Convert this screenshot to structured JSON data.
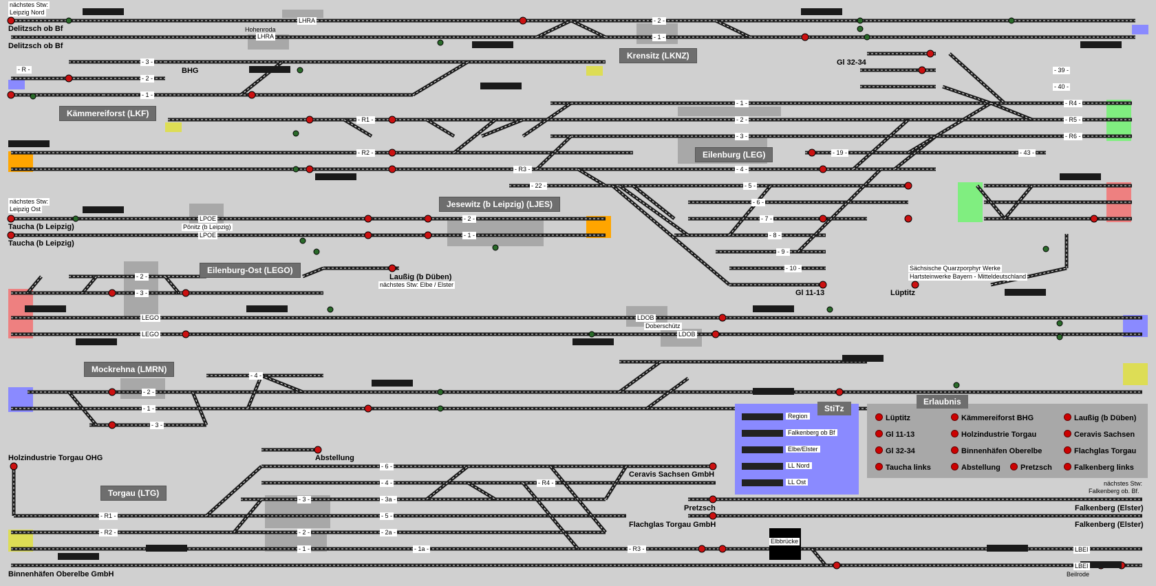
{
  "station_titles": [
    {
      "id": "krensitz",
      "text": "Krensitz (LKNZ)"
    },
    {
      "id": "kammereiforst",
      "text": "Kämmereiforst (LKF)"
    },
    {
      "id": "eilenburg",
      "text": "Eilenburg (LEG)"
    },
    {
      "id": "jesewitz",
      "text": "Jesewitz (b Leipzig) (LJES)"
    },
    {
      "id": "eilenburg-ost",
      "text": "Eilenburg-Ost (LEGO)"
    },
    {
      "id": "mockrehna",
      "text": "Mockrehna (LMRN)"
    },
    {
      "id": "torgau",
      "text": "Torgau (LTG)"
    }
  ],
  "place_labels": [
    {
      "id": "delitzsch-1",
      "text": "Delitzsch ob Bf"
    },
    {
      "id": "delitzsch-2",
      "text": "Delitzsch ob Bf"
    },
    {
      "id": "bhg",
      "text": "BHG"
    },
    {
      "id": "gl3234",
      "text": "Gl 32-34"
    },
    {
      "id": "taucha-1",
      "text": "Taucha (b Leipzig)"
    },
    {
      "id": "taucha-2",
      "text": "Taucha (b Leipzig)"
    },
    {
      "id": "laussig",
      "text": "Laußig (b Düben)"
    },
    {
      "id": "gl1113",
      "text": "Gl 11-13"
    },
    {
      "id": "luptitz",
      "text": "Lüptitz"
    },
    {
      "id": "holzindustrie",
      "text": "Holzindustrie Torgau OHG"
    },
    {
      "id": "abstellung",
      "text": "Abstellung"
    },
    {
      "id": "ceravis",
      "text": "Ceravis Sachsen GmbH"
    },
    {
      "id": "pretzsch",
      "text": "Pretzsch"
    },
    {
      "id": "flachglas",
      "text": "Flachglas Torgau GmbH"
    },
    {
      "id": "binnenhafen",
      "text": "Binnenhäfen Oberelbe GmbH"
    },
    {
      "id": "falkenberg-1",
      "text": "Falkenberg (Elster)"
    },
    {
      "id": "falkenberg-2",
      "text": "Falkenberg (Elster)"
    }
  ],
  "small_labels": [
    {
      "id": "nstw-leipzig-nord-1",
      "text": "nächstes Stw:"
    },
    {
      "id": "nstw-leipzig-nord-2",
      "text": "Leipzig Nord"
    },
    {
      "id": "hohenroda",
      "text": "Hohenroda"
    },
    {
      "id": "lhra-1",
      "text": "LHRA"
    },
    {
      "id": "lhra-2",
      "text": "LHRA"
    },
    {
      "id": "r-left",
      "text": "- R -"
    },
    {
      "id": "nstw-leipzig-ost-1",
      "text": "nächstes Stw:"
    },
    {
      "id": "nstw-leipzig-ost-2",
      "text": "Leipzig Ost"
    },
    {
      "id": "lpoe-1",
      "text": "LPOE"
    },
    {
      "id": "ponitz",
      "text": "Pönitz (b Leipzig)"
    },
    {
      "id": "lpoe-2",
      "text": "LPOE"
    },
    {
      "id": "nstw-elbe",
      "text": "nächstes Stw: Elbe / Elster"
    },
    {
      "id": "quarz-1",
      "text": "Sächsische Quarzporphyr Werke"
    },
    {
      "id": "quarz-2",
      "text": "Hartsteinwerke Bayern -  Mitteldeutschland"
    },
    {
      "id": "lego-1",
      "text": "LEGO"
    },
    {
      "id": "lego-2",
      "text": "LEGO"
    },
    {
      "id": "ldob-1",
      "text": "LDOB"
    },
    {
      "id": "doberschutz",
      "text": "Doberschütz"
    },
    {
      "id": "ldob-2",
      "text": "LDOB"
    },
    {
      "id": "elbbrucke",
      "text": "Elbbrücke"
    },
    {
      "id": "lbei-1",
      "text": "LBEI"
    },
    {
      "id": "lbei-2",
      "text": "LBEI"
    },
    {
      "id": "beilrode",
      "text": "Beilrode"
    },
    {
      "id": "nstw-falk-1",
      "text": "nächstes Stw:"
    },
    {
      "id": "nstw-falk-2",
      "text": "Falkenberg ob. Bf."
    }
  ],
  "track_labels": [
    {
      "id": "t1",
      "text": "- 3 -"
    },
    {
      "id": "t2",
      "text": "- 2 -"
    },
    {
      "id": "t3",
      "text": "- 1 -"
    },
    {
      "id": "t4",
      "text": "- 2 -"
    },
    {
      "id": "t5",
      "text": "- 1 -"
    },
    {
      "id": "t6",
      "text": "- 39 -"
    },
    {
      "id": "t7",
      "text": "- 40 -"
    },
    {
      "id": "t8",
      "text": "- R1 -"
    },
    {
      "id": "t9",
      "text": "- R2 -"
    },
    {
      "id": "t10",
      "text": "- R3 -"
    },
    {
      "id": "t11",
      "text": "- 1 -"
    },
    {
      "id": "t12",
      "text": "- 2 -"
    },
    {
      "id": "t13",
      "text": "- 3 -"
    },
    {
      "id": "t14",
      "text": "- 4 -"
    },
    {
      "id": "t15",
      "text": "- R4 -"
    },
    {
      "id": "t16",
      "text": "- R5 -"
    },
    {
      "id": "t17",
      "text": "- R6 -"
    },
    {
      "id": "t18",
      "text": "- 19 -"
    },
    {
      "id": "t19",
      "text": "- 43 -"
    },
    {
      "id": "t20",
      "text": "- 22 -"
    },
    {
      "id": "t21",
      "text": "- 5 -"
    },
    {
      "id": "t22",
      "text": "- 6 -"
    },
    {
      "id": "t23",
      "text": "- 7 -"
    },
    {
      "id": "t24",
      "text": "- 8 -"
    },
    {
      "id": "t25",
      "text": "- 9 -"
    },
    {
      "id": "t26",
      "text": "- 10 -"
    },
    {
      "id": "t27",
      "text": "- 2 -"
    },
    {
      "id": "t28",
      "text": "- 1 -"
    },
    {
      "id": "t29",
      "text": "- 2 -"
    },
    {
      "id": "t30",
      "text": "- 3 -"
    },
    {
      "id": "t31",
      "text": "- 4 -"
    },
    {
      "id": "t32",
      "text": "- 2 -"
    },
    {
      "id": "t33",
      "text": "- 1 -"
    },
    {
      "id": "t34",
      "text": "- 3 -"
    },
    {
      "id": "t35",
      "text": "- 6 -"
    },
    {
      "id": "t36",
      "text": "- 4 -"
    },
    {
      "id": "t37",
      "text": "- 3 -"
    },
    {
      "id": "t38",
      "text": "- 3a -"
    },
    {
      "id": "t39",
      "text": "- 5 -"
    },
    {
      "id": "t40",
      "text": "- 2 -"
    },
    {
      "id": "t41",
      "text": "- 2a -"
    },
    {
      "id": "t42",
      "text": "- 1 -"
    },
    {
      "id": "t43",
      "text": "- 1a -"
    },
    {
      "id": "t44",
      "text": "- R1 -"
    },
    {
      "id": "t45",
      "text": "- R2 -"
    },
    {
      "id": "t46",
      "text": "- R4 -"
    },
    {
      "id": "t47",
      "text": "- R3 -"
    }
  ],
  "stitz": {
    "title": "StiTz",
    "rows": [
      "Region",
      "Falkenberg ob Bf",
      "Elbe/Elster",
      "LL Nord",
      "LL Ost"
    ]
  },
  "erlaubnis": {
    "title": "Erlaubnis",
    "items": [
      "Lüptitz",
      "Kämmereiforst BHG",
      "Laußig (b Düben)",
      "Gl 11-13",
      "Holzindustrie Torgau",
      "Ceravis Sachsen",
      "Gl 32-34",
      "Binnenhäfen Oberelbe",
      "Flachglas Torgau",
      "Taucha links",
      "Abstellung",
      "Pretzsch",
      "Falkenberg links"
    ]
  },
  "colors": {
    "background": "#d0d0d0",
    "track": "#1c1c1c",
    "track_dash": "#ffffff",
    "signal_red": "#cc1111",
    "signal_green": "#2a6a2a",
    "block_orange": "#ffa500",
    "block_green": "#80ee80",
    "block_red": "#ee8080",
    "block_blue": "#8a8aff",
    "block_yellow": "#dddd55"
  }
}
